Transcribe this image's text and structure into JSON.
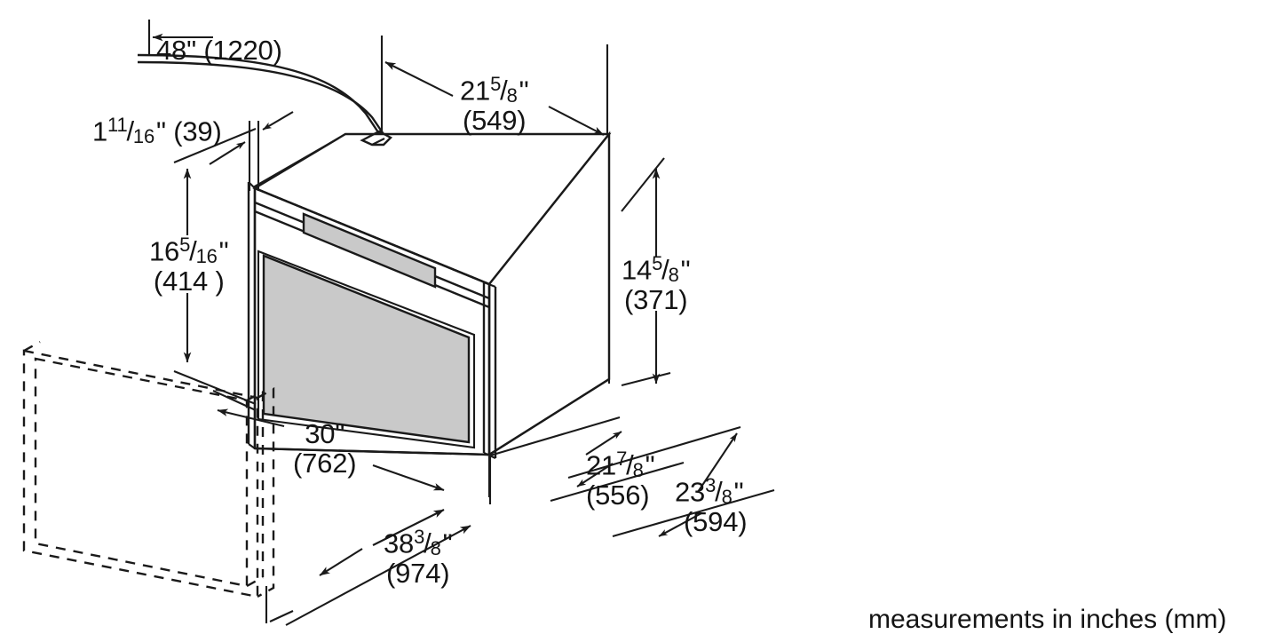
{
  "drawing": {
    "title": "Wall oven installation dimension drawing",
    "caption": "measurements in inches (mm)",
    "stroke_color": "#1a1a1a",
    "panel_color": "#c9c9c9",
    "background_color": "#ffffff"
  },
  "dimensions": {
    "cord_length": {
      "whole": "48\"",
      "num": "",
      "den": "",
      "mm": "(1220)",
      "name": "power-cord-length"
    },
    "panel_depth": {
      "whole": "1",
      "num": "11",
      "den": "16",
      "mm": "(39)",
      "name": "front-trim-depth",
      "inch_mark": "\""
    },
    "top_depth": {
      "whole": "21",
      "num": "5",
      "den": "8",
      "mm": "(549)",
      "name": "cabinet-depth",
      "inch_mark": "\""
    },
    "front_height": {
      "whole": "16",
      "num": "5",
      "den": "16",
      "mm": "(414 )",
      "name": "door-front-height",
      "inch_mark": "\""
    },
    "side_height": {
      "whole": "14",
      "num": "5",
      "den": "8",
      "mm": "(371)",
      "name": "body-side-height",
      "inch_mark": "\""
    },
    "front_width": {
      "whole": "30\"",
      "num": "",
      "den": "",
      "mm": "(762)",
      "name": "front-width"
    },
    "body_depth": {
      "whole": "21",
      "num": "7",
      "den": "8",
      "mm": "(556)",
      "name": "body-depth",
      "inch_mark": "\""
    },
    "overall_depth": {
      "whole": "23",
      "num": "3",
      "den": "8",
      "mm": "(594)",
      "name": "overall-depth",
      "inch_mark": "\""
    },
    "door_open_width": {
      "whole": "38",
      "num": "3",
      "den": "8",
      "mm": "(974)",
      "name": "door-open-projection",
      "inch_mark": "\""
    }
  },
  "parts": {
    "power_cord": "power-cord",
    "oven_body": "oven-body",
    "oven_door": "oven-door",
    "control_panel": "control-panel",
    "door_window": "door-window",
    "open_door_outline": "open-door-phantom-outline"
  }
}
